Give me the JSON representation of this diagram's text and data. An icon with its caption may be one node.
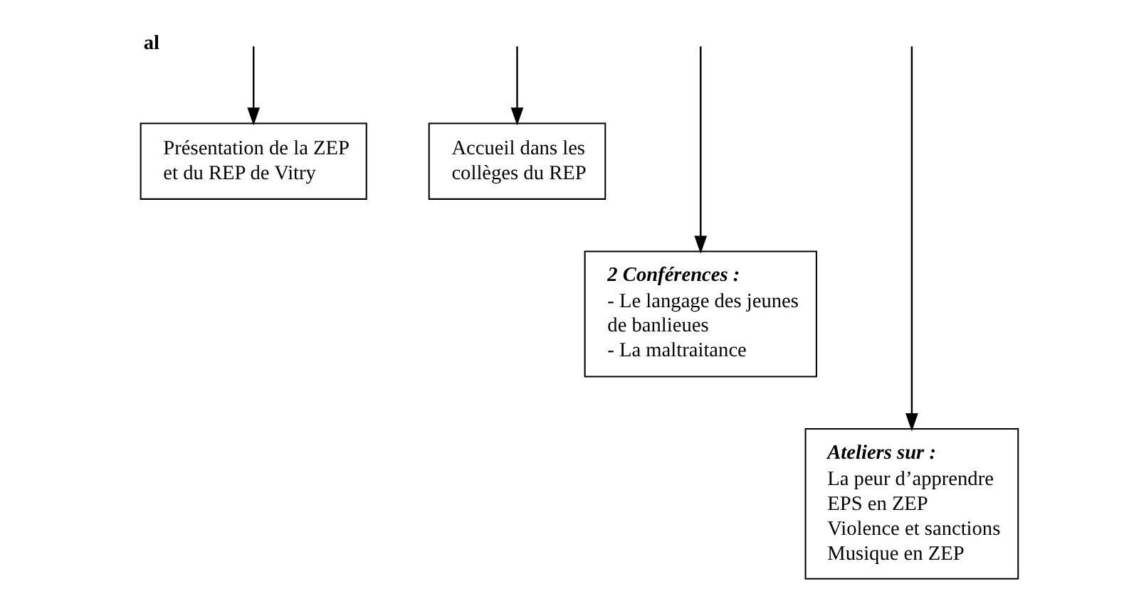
{
  "diagram": {
    "nodes": [
      {
        "text": [
          "Présentation de la ZEP et du REP de Vitry"
        ]
      },
      {
        "text": [
          "Accueil dans les collèges du REP"
        ]
      },
      {
        "text": [
          "2 Conférences :",
          "- Le langage des jeunes de banlieues",
          "- La maltraitance"
        ]
      },
      {
        "text": [
          "Ateliers sur :",
          "La peur d’apprendre",
          "EPS en ZEP",
          "Violence et sanctions",
          "Musique en ZEP"
        ]
      }
    ],
    "edges": [
      {
        "from": null,
        "to": 0,
        "arrow": "to"
      },
      {
        "from": null,
        "to": 2,
        "arrow": "to"
      },
      {
        "from": null,
        "to": 3,
        "arrow": "to"
      },
      {
        "from": null,
        "to": 1,
        "arrow": "to"
      }
    ],
    "labels": [
      "al"
    ]
  }
}
